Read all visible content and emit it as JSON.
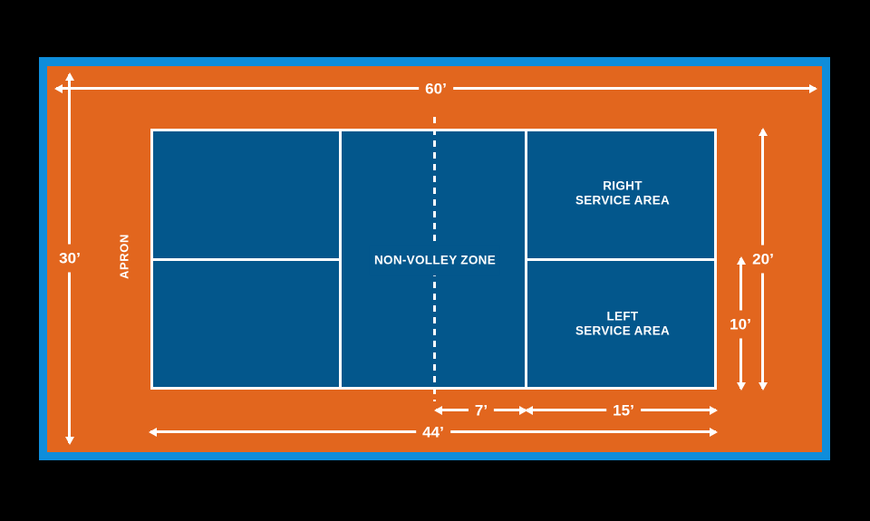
{
  "labels": {
    "apron": "APRON",
    "non_volley_zone": "NON-VOLLEY ZONE",
    "right_service_area": {
      "line1": "RIGHT",
      "line2": "SERVICE AREA"
    },
    "left_service_area": {
      "line1": "LEFT",
      "line2": "SERVICE AREA"
    }
  },
  "dimensions": {
    "overall_width": "60’",
    "overall_depth": "30’",
    "court_length": "44’",
    "court_width": "20’",
    "service_area_width": "10’",
    "non_volley_zone_depth": "7’",
    "service_area_length": "15’"
  },
  "colors": {
    "background": "#000000",
    "frame_blue": "#0E8DDB",
    "apron_orange": "#E2661E",
    "court_blue": "#03578C",
    "line_white": "#FFFFFF"
  }
}
